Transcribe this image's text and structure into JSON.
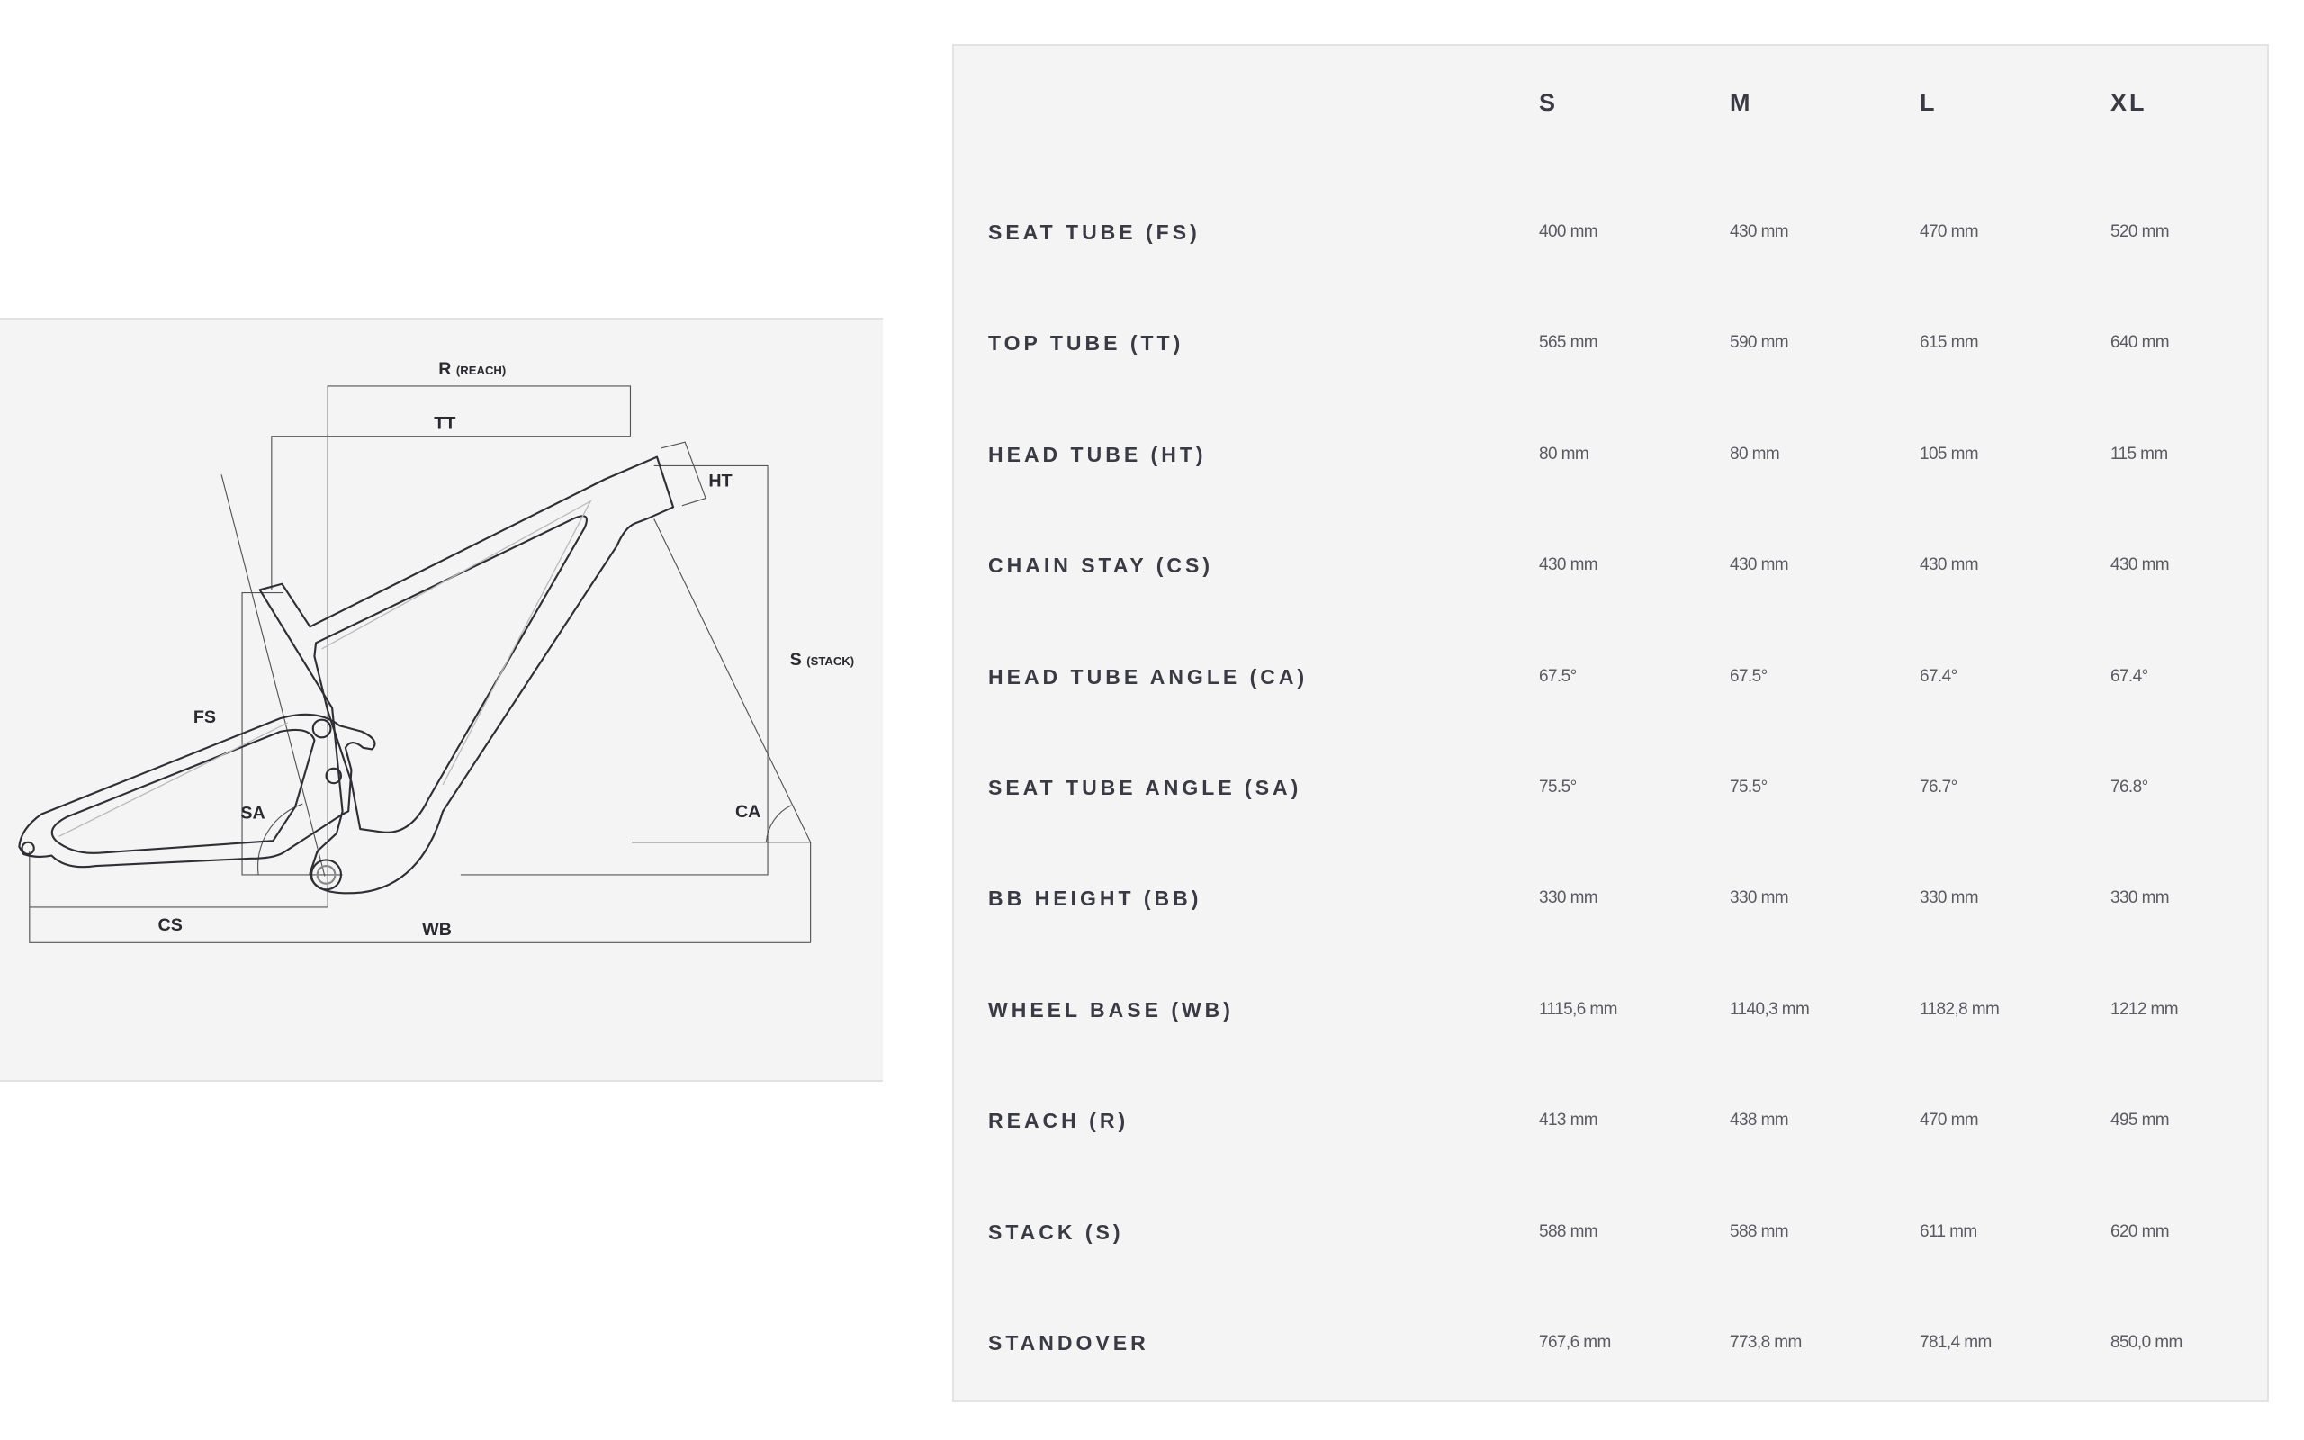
{
  "diagram": {
    "labels": {
      "reach": "R",
      "reach_sub": "(REACH)",
      "top_tube": "TT",
      "head_tube": "HT",
      "stack": "S",
      "stack_sub": "(STACK)",
      "seat_tube": "FS",
      "seat_angle": "SA",
      "head_angle": "CA",
      "chain_stay": "CS",
      "wheel_base": "WB"
    }
  },
  "table": {
    "sizes": [
      "S",
      "M",
      "L",
      "XL"
    ],
    "rows": [
      {
        "label": "SEAT TUBE (FS)",
        "values": [
          "400 mm",
          "430 mm",
          "470 mm",
          "520 mm"
        ]
      },
      {
        "label": "TOP TUBE (TT)",
        "values": [
          "565 mm",
          "590 mm",
          "615 mm",
          "640 mm"
        ]
      },
      {
        "label": "HEAD TUBE (HT)",
        "values": [
          "80 mm",
          "80 mm",
          "105 mm",
          "115 mm"
        ]
      },
      {
        "label": "CHAIN STAY (CS)",
        "values": [
          "430 mm",
          "430 mm",
          "430 mm",
          "430 mm"
        ]
      },
      {
        "label": "HEAD TUBE ANGLE (CA)",
        "values": [
          "67.5°",
          "67.5°",
          "67.4°",
          "67.4°"
        ]
      },
      {
        "label": "SEAT TUBE ANGLE (SA)",
        "values": [
          "75.5°",
          "75.5°",
          "76.7°",
          "76.8°"
        ]
      },
      {
        "label": "BB HEIGHT (BB)",
        "values": [
          "330 mm",
          "330 mm",
          "330 mm",
          "330 mm"
        ]
      },
      {
        "label": "WHEEL BASE (WB)",
        "values": [
          "1115,6 mm",
          "1140,3 mm",
          "1182,8 mm",
          "1212 mm"
        ]
      },
      {
        "label": "REACH (R)",
        "values": [
          "413 mm",
          "438 mm",
          "470 mm",
          "495 mm"
        ]
      },
      {
        "label": "STACK (S)",
        "values": [
          "588 mm",
          "588 mm",
          "611 mm",
          "620 mm"
        ]
      },
      {
        "label": "STANDOVER",
        "values": [
          "767,6 mm",
          "773,8 mm",
          "781,4 mm",
          "850,0 mm"
        ]
      }
    ]
  }
}
